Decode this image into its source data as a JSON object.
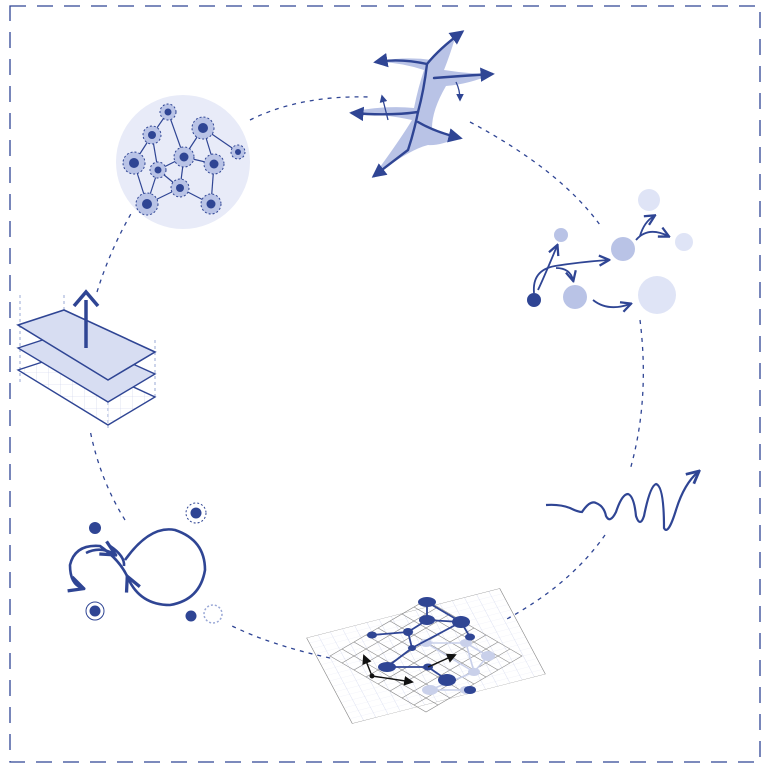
{
  "colors": {
    "primary": "#2f4594",
    "primary_soft": "#9aa8d6",
    "light_fill": "#d7ddf2",
    "very_light_fill": "#e8ebf8",
    "bubble_mid": "#b9c3e6",
    "bubble_light": "#dfe4f6",
    "grid_line": "#888888",
    "ghost_node": "#c9d0ea",
    "arrow_black": "#111111",
    "background": "#ffffff"
  },
  "frame": {
    "style": "dashed",
    "color_key": "primary"
  },
  "cycle": {
    "style": "dashed-circle",
    "stages": [
      {
        "id": "network",
        "icon": "network-cluster-icon"
      },
      {
        "id": "branching",
        "icon": "branching-flow-icon"
      },
      {
        "id": "growth",
        "icon": "growing-bubbles-icon"
      },
      {
        "id": "oscillation",
        "icon": "amplifying-wave-icon"
      },
      {
        "id": "lattice",
        "icon": "lattice-network-icon"
      },
      {
        "id": "feedback",
        "icon": "feedback-loop-icon"
      },
      {
        "id": "layers",
        "icon": "stacked-layers-icon"
      }
    ]
  }
}
